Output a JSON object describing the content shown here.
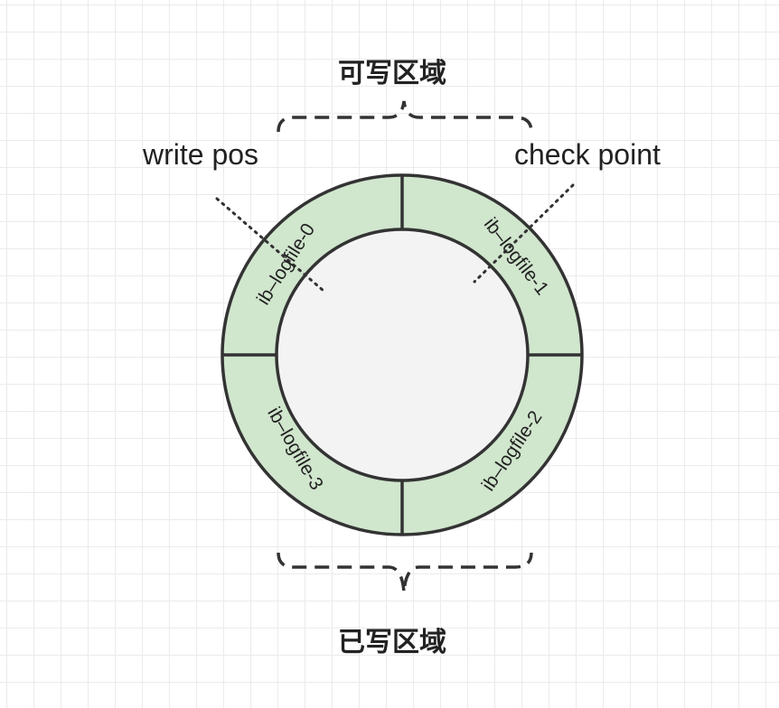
{
  "regions": {
    "writable": "可写区域",
    "written": "已写区域"
  },
  "pointers": {
    "write_pos": "write pos",
    "check_point": "check point"
  },
  "segments": [
    "ib–logfile-0",
    "ib–logfile-1",
    "ib–logfile-2",
    "ib–logfile-3"
  ],
  "colors": {
    "ring": "#d0e6cd",
    "inner": "#f3f3f3",
    "stroke": "#333333"
  }
}
